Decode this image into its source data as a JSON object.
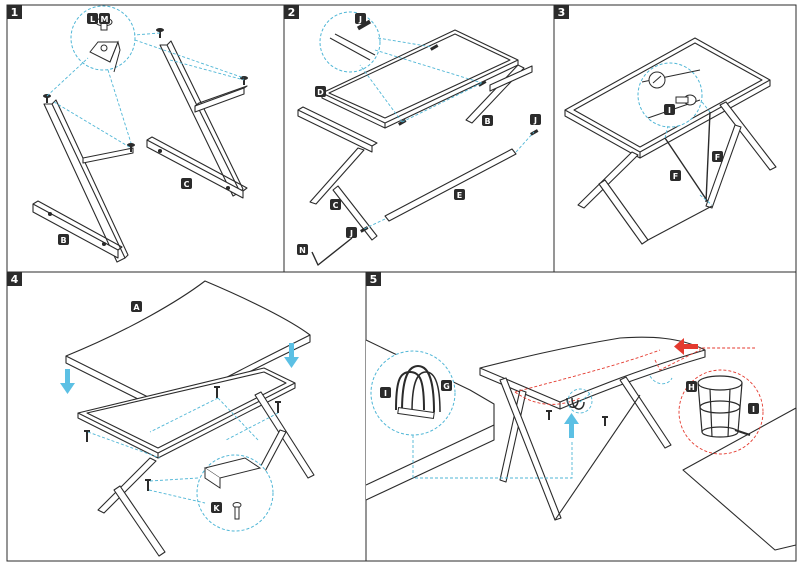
{
  "steps": [
    {
      "number": "1",
      "labels": [
        "L",
        "M",
        "B",
        "C"
      ]
    },
    {
      "number": "2",
      "labels": [
        "J",
        "D",
        "B",
        "C",
        "E",
        "J",
        "J",
        "N"
      ]
    },
    {
      "number": "3",
      "labels": [
        "I",
        "F",
        "F"
      ]
    },
    {
      "number": "4",
      "labels": [
        "A",
        "K"
      ]
    },
    {
      "number": "5",
      "labels": [
        "I",
        "G",
        "H",
        "I"
      ]
    }
  ],
  "colors": {
    "line": "#2b2b2b",
    "leader": "#4fb6d6",
    "arrow_blue": "#5cc0e4",
    "arrow_red": "#e43a2f",
    "tag_bg": "#2b2b2b",
    "tag_fg": "#ffffff"
  }
}
